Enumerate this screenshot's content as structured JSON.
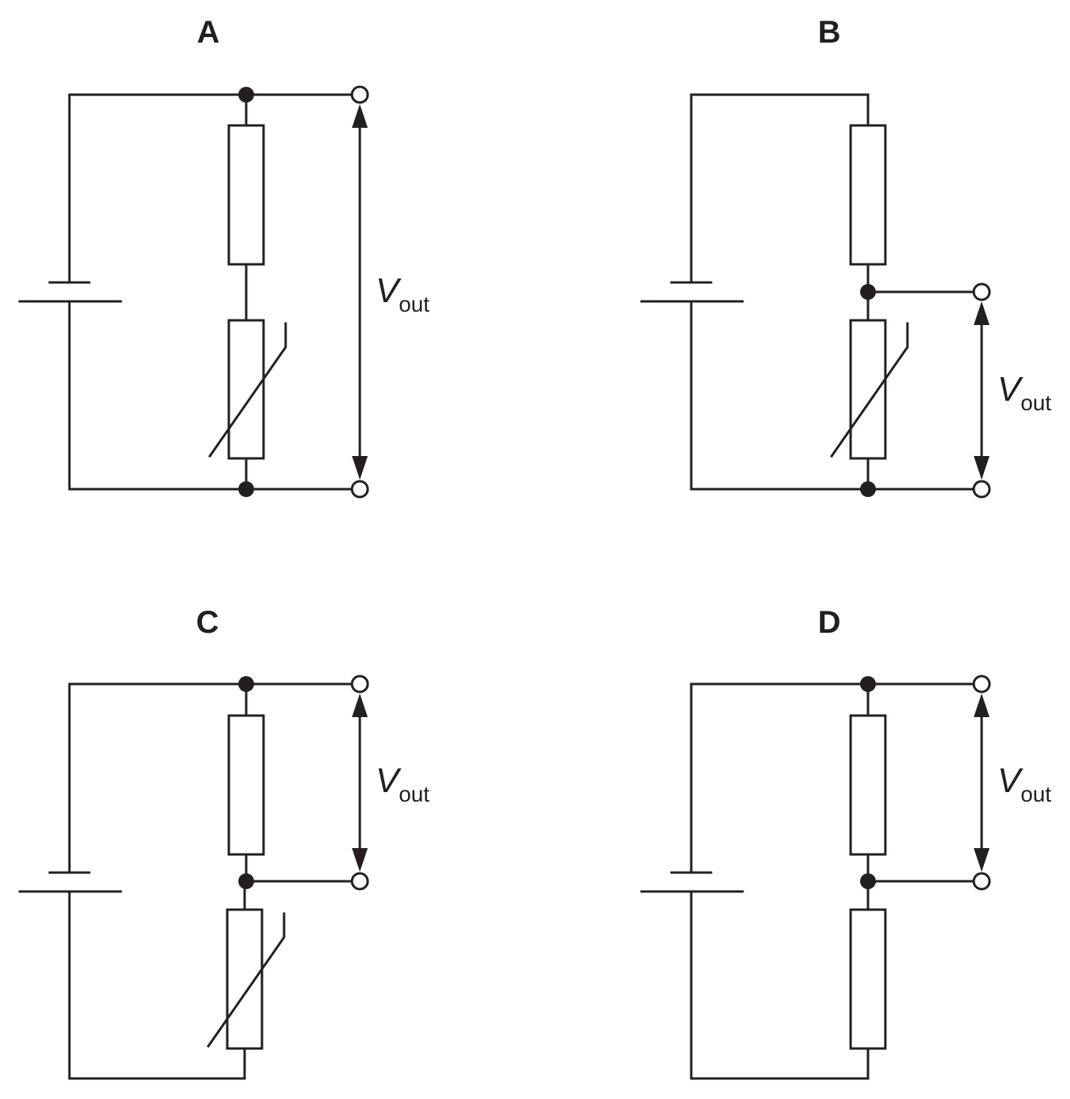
{
  "colors": {
    "ink": "#231f20",
    "background": "#ffffff"
  },
  "panels": [
    {
      "label": "A",
      "output_symbol": "V",
      "output_subscript": "out",
      "lower_component": "thermistor",
      "output_across": "both"
    },
    {
      "label": "B",
      "output_symbol": "V",
      "output_subscript": "out",
      "lower_component": "thermistor",
      "output_across": "lower"
    },
    {
      "label": "C",
      "output_symbol": "V",
      "output_subscript": "out",
      "lower_component": "thermistor",
      "output_across": "upper"
    },
    {
      "label": "D",
      "output_symbol": "V",
      "output_subscript": "out",
      "lower_component": "resistor",
      "output_across": "upper"
    }
  ]
}
